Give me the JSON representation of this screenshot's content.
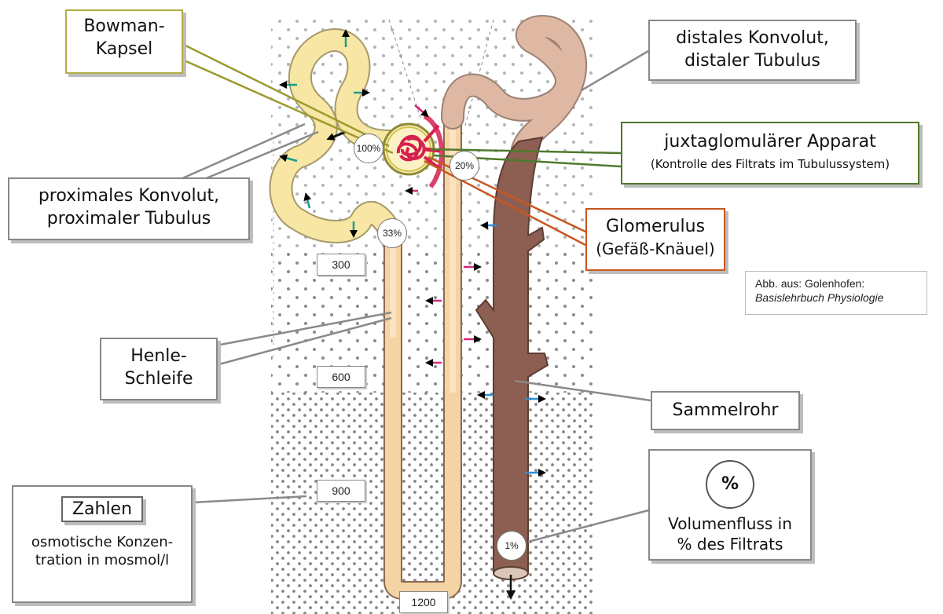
{
  "labels": {
    "bowman": [
      "Bowman-",
      "Kapsel"
    ],
    "distal": [
      "distales Konvolut,",
      "distaler Tubulus"
    ],
    "juxta": [
      "juxtaglomulärer Apparat",
      "(Kontrolle des Filtrats im Tubulussystem)"
    ],
    "proximal": [
      "proximales Konvolut,",
      "proximaler Tubulus"
    ],
    "glomerulus": [
      "Glomerulus",
      "(Gefäß-Knäuel)"
    ],
    "henle": [
      "Henle-",
      "Schleife"
    ],
    "sammelrohr": "Sammelrohr",
    "zahlen_title": "Zahlen",
    "zahlen_desc": [
      "osmotische Konzen-",
      "tration in mosmol/l"
    ],
    "volumen_symbol": "%",
    "volumen_desc": [
      "Volumenfluss in",
      "% des Filtrats"
    ]
  },
  "osmolarity": [
    "300",
    "600",
    "900",
    "1200"
  ],
  "flow_percent": [
    "100%",
    "33%",
    "20%",
    "1%"
  ],
  "credit": [
    "Abb. aus: Golenhofen:",
    "Basislehrbuch Physiologie"
  ],
  "colors": {
    "proximal_tubule": "#f7e6a4",
    "henle_loop": "#f4d3a4",
    "distal_tubule": "#dfb8a3",
    "collecting_duct": "#8c5f52",
    "glomerulus": "#d6204f",
    "arrow_teal": "#1a9c8c",
    "arrow_magenta": "#d6287f",
    "arrow_blue": "#2e8fd6",
    "bowman_border": "#a9a23a",
    "juxta_border": "#4e7a2c",
    "glomerulus_border": "#c8561f"
  }
}
